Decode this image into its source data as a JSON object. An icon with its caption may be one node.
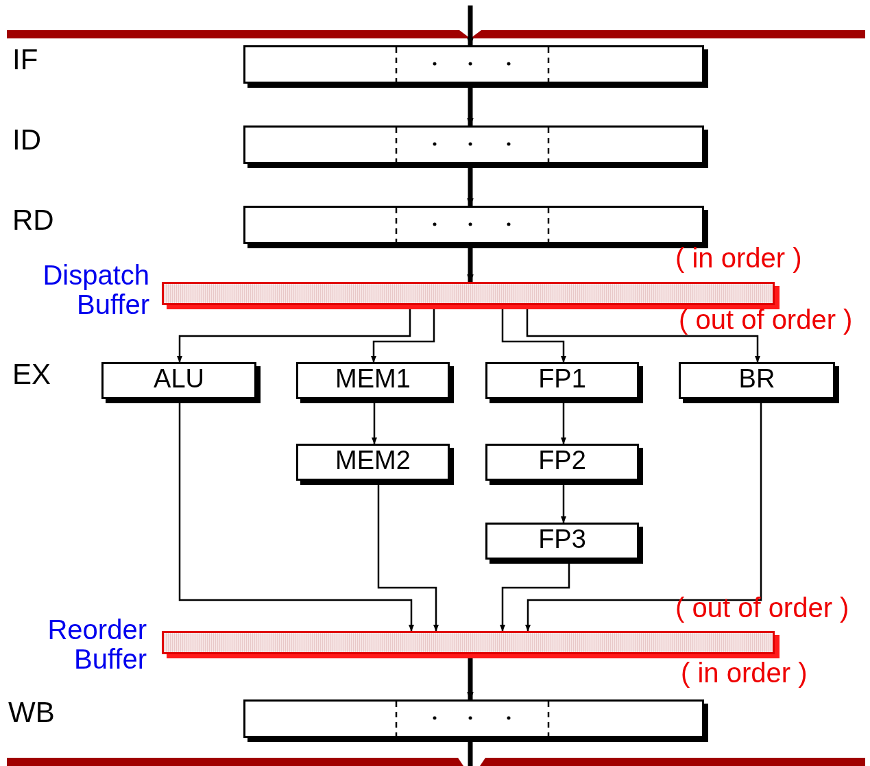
{
  "diagram": {
    "nodes": [
      {
        "text": [],
        "shape": "box"
      },
      {
        "text": [],
        "shape": "box"
      },
      {
        "text": [],
        "shape": "box"
      },
      {
        "text": [],
        "shape": "bar",
        "beside": [
          "Dispatch Buffer"
        ]
      },
      {
        "text": [
          "ALU"
        ]
      },
      {
        "text": [
          "MEM1"
        ]
      },
      {
        "text": [
          "FP1"
        ]
      },
      {
        "text": [
          "BR"
        ]
      },
      {
        "text": [
          "MEM2"
        ]
      },
      {
        "text": [
          "FP2"
        ]
      },
      {
        "text": [
          "FP3"
        ]
      },
      {
        "text": [],
        "shape": "bar",
        "beside": [
          "Reorder Buffer"
        ]
      },
      {
        "text": [],
        "shape": "box"
      }
    ],
    "edges": [
      {
        "from": null,
        "to": 0,
        "arrow": "to",
        "style": "thick"
      },
      {
        "from": 0,
        "to": 1,
        "arrow": "to",
        "style": "thick"
      },
      {
        "from": 1,
        "to": 2,
        "arrow": "to",
        "style": "thick"
      },
      {
        "from": 2,
        "to": 3,
        "arrow": "to",
        "style": "thick"
      },
      {
        "from": 3,
        "to": 4,
        "arrow": "to"
      },
      {
        "from": 3,
        "to": 5,
        "arrow": "to"
      },
      {
        "from": 3,
        "to": 6,
        "arrow": "to"
      },
      {
        "from": 3,
        "to": 7,
        "arrow": "to"
      },
      {
        "from": 5,
        "to": 8,
        "arrow": "to"
      },
      {
        "from": 6,
        "to": 9,
        "arrow": "to"
      },
      {
        "from": 9,
        "to": 10,
        "arrow": "to"
      },
      {
        "from": 4,
        "to": 11,
        "arrow": "to"
      },
      {
        "from": 8,
        "to": 11,
        "arrow": "to"
      },
      {
        "from": 10,
        "to": 11,
        "arrow": "to"
      },
      {
        "from": 7,
        "to": 11,
        "arrow": "to"
      },
      {
        "from": 11,
        "to": 12,
        "arrow": "to",
        "style": "thick"
      },
      {
        "from": 12,
        "to": null,
        "arrow": "none",
        "style": "thick"
      }
    ],
    "labels": [
      "IF",
      "ID",
      "RD",
      "( in order )",
      "( out of order )",
      "EX",
      "( out of order )",
      "( in order )",
      "WB"
    ]
  }
}
